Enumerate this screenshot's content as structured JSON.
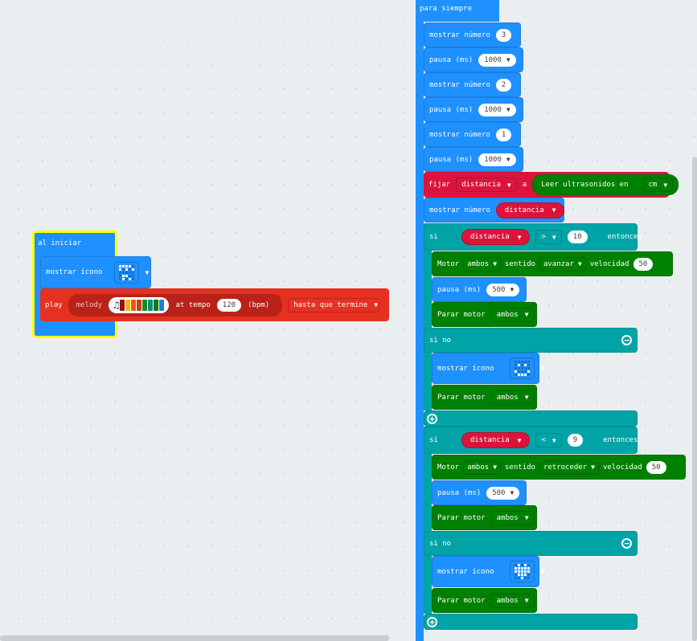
{
  "colors": {
    "basic": "#1e90ff",
    "variables": "#dc143c",
    "logic": "#00a4a6",
    "motor": "#008000",
    "music": "#e63022",
    "selection": "#ffff00"
  },
  "on_start": {
    "label": "al iniciar",
    "show_icon": {
      "label": "mostrar ícono",
      "leds": [
        "####.",
        "#.#.#",
        ".....",
        ".##..",
        ".#.#."
      ]
    },
    "play": {
      "label": "play",
      "melody_label": "melody",
      "tempo_label": "at tempo",
      "tempo": "120",
      "bpm": "(bpm)",
      "mode": "hasta que termine",
      "notes": [
        "#a00d0d",
        "#f5b800",
        "#e05f10",
        "#d33a1a",
        "#1a8a1a",
        "#00907f",
        "#117a11",
        "#1e7fd4"
      ]
    }
  },
  "forever": {
    "label": "para siempre",
    "show_number": "mostrar número",
    "pause": "pausa (ms)",
    "pause_val": "1000",
    "n1": "3",
    "n2": "2",
    "n3": "1",
    "set": "fijar",
    "var": "distancia",
    "to": "a",
    "ultra": "Leer ultrasonidos en",
    "unit": "cm",
    "if": "si",
    "then": "entonces",
    "else": "si no",
    "cmp1": ">",
    "val1": "10",
    "cmp2": "<",
    "val2": "9",
    "motor": "Motor",
    "both": "ambos",
    "dir_label": "sentido",
    "fwd": "avanzar",
    "back": "retroceder",
    "speed_label": "velocidad",
    "speed": "50",
    "pause2": "500",
    "stop": "Parar motor",
    "show_icon": "mostrar ícono",
    "smile": [
      ".....",
      ".#.#.",
      ".....",
      "#...#",
      ".###."
    ],
    "heart": [
      ".#.#.",
      "#####",
      "#####",
      ".###.",
      "..#.."
    ]
  }
}
